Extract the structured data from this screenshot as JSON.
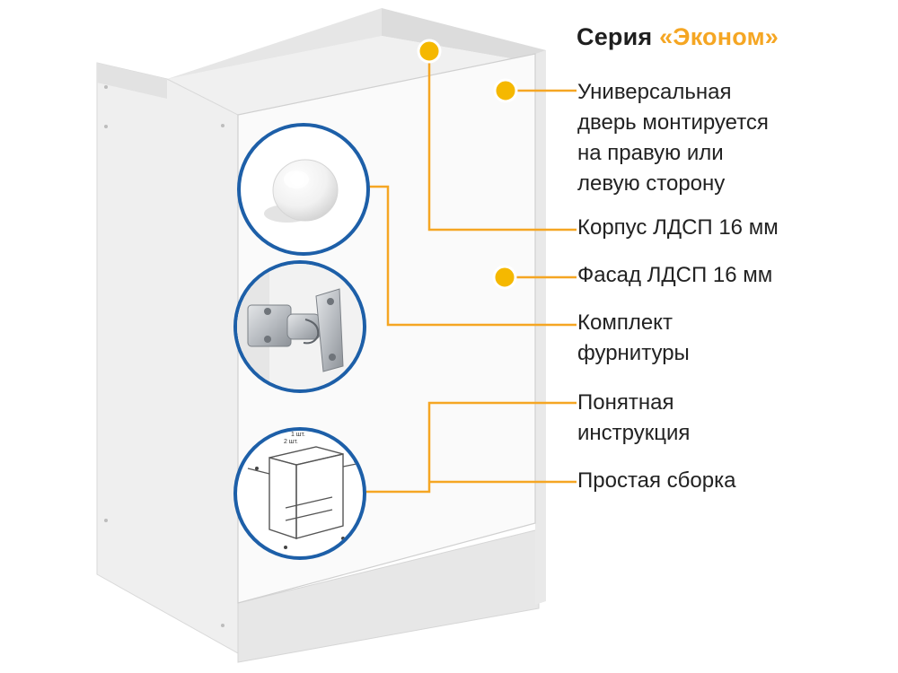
{
  "title": {
    "prefix": "Серия",
    "accent": "«Эконом»"
  },
  "features": {
    "universal_door": [
      "Универсальная",
      "дверь монтируется",
      "на правую или",
      "левую сторону"
    ],
    "body_material": [
      "Корпус ЛДСП 16 мм"
    ],
    "facade_material": [
      "Фасад ЛДСП 16 мм"
    ],
    "hardware_kit": [
      "Комплект",
      "фурнитуры"
    ],
    "clear_instruction": [
      "Понятная",
      "инструкция"
    ],
    "simple_assembly": [
      "Простая сборка"
    ]
  },
  "instruction_callout": {
    "qty_line_1": "1 шт.",
    "qty_line_2": "2 шт."
  },
  "colors": {
    "accent": "#f5a623",
    "marker": "#f5b800",
    "callout_ring": "#1d5fa8",
    "text": "#222222"
  },
  "icons": [
    "knob-icon",
    "hinge-icon",
    "assembly-diagram-icon"
  ]
}
